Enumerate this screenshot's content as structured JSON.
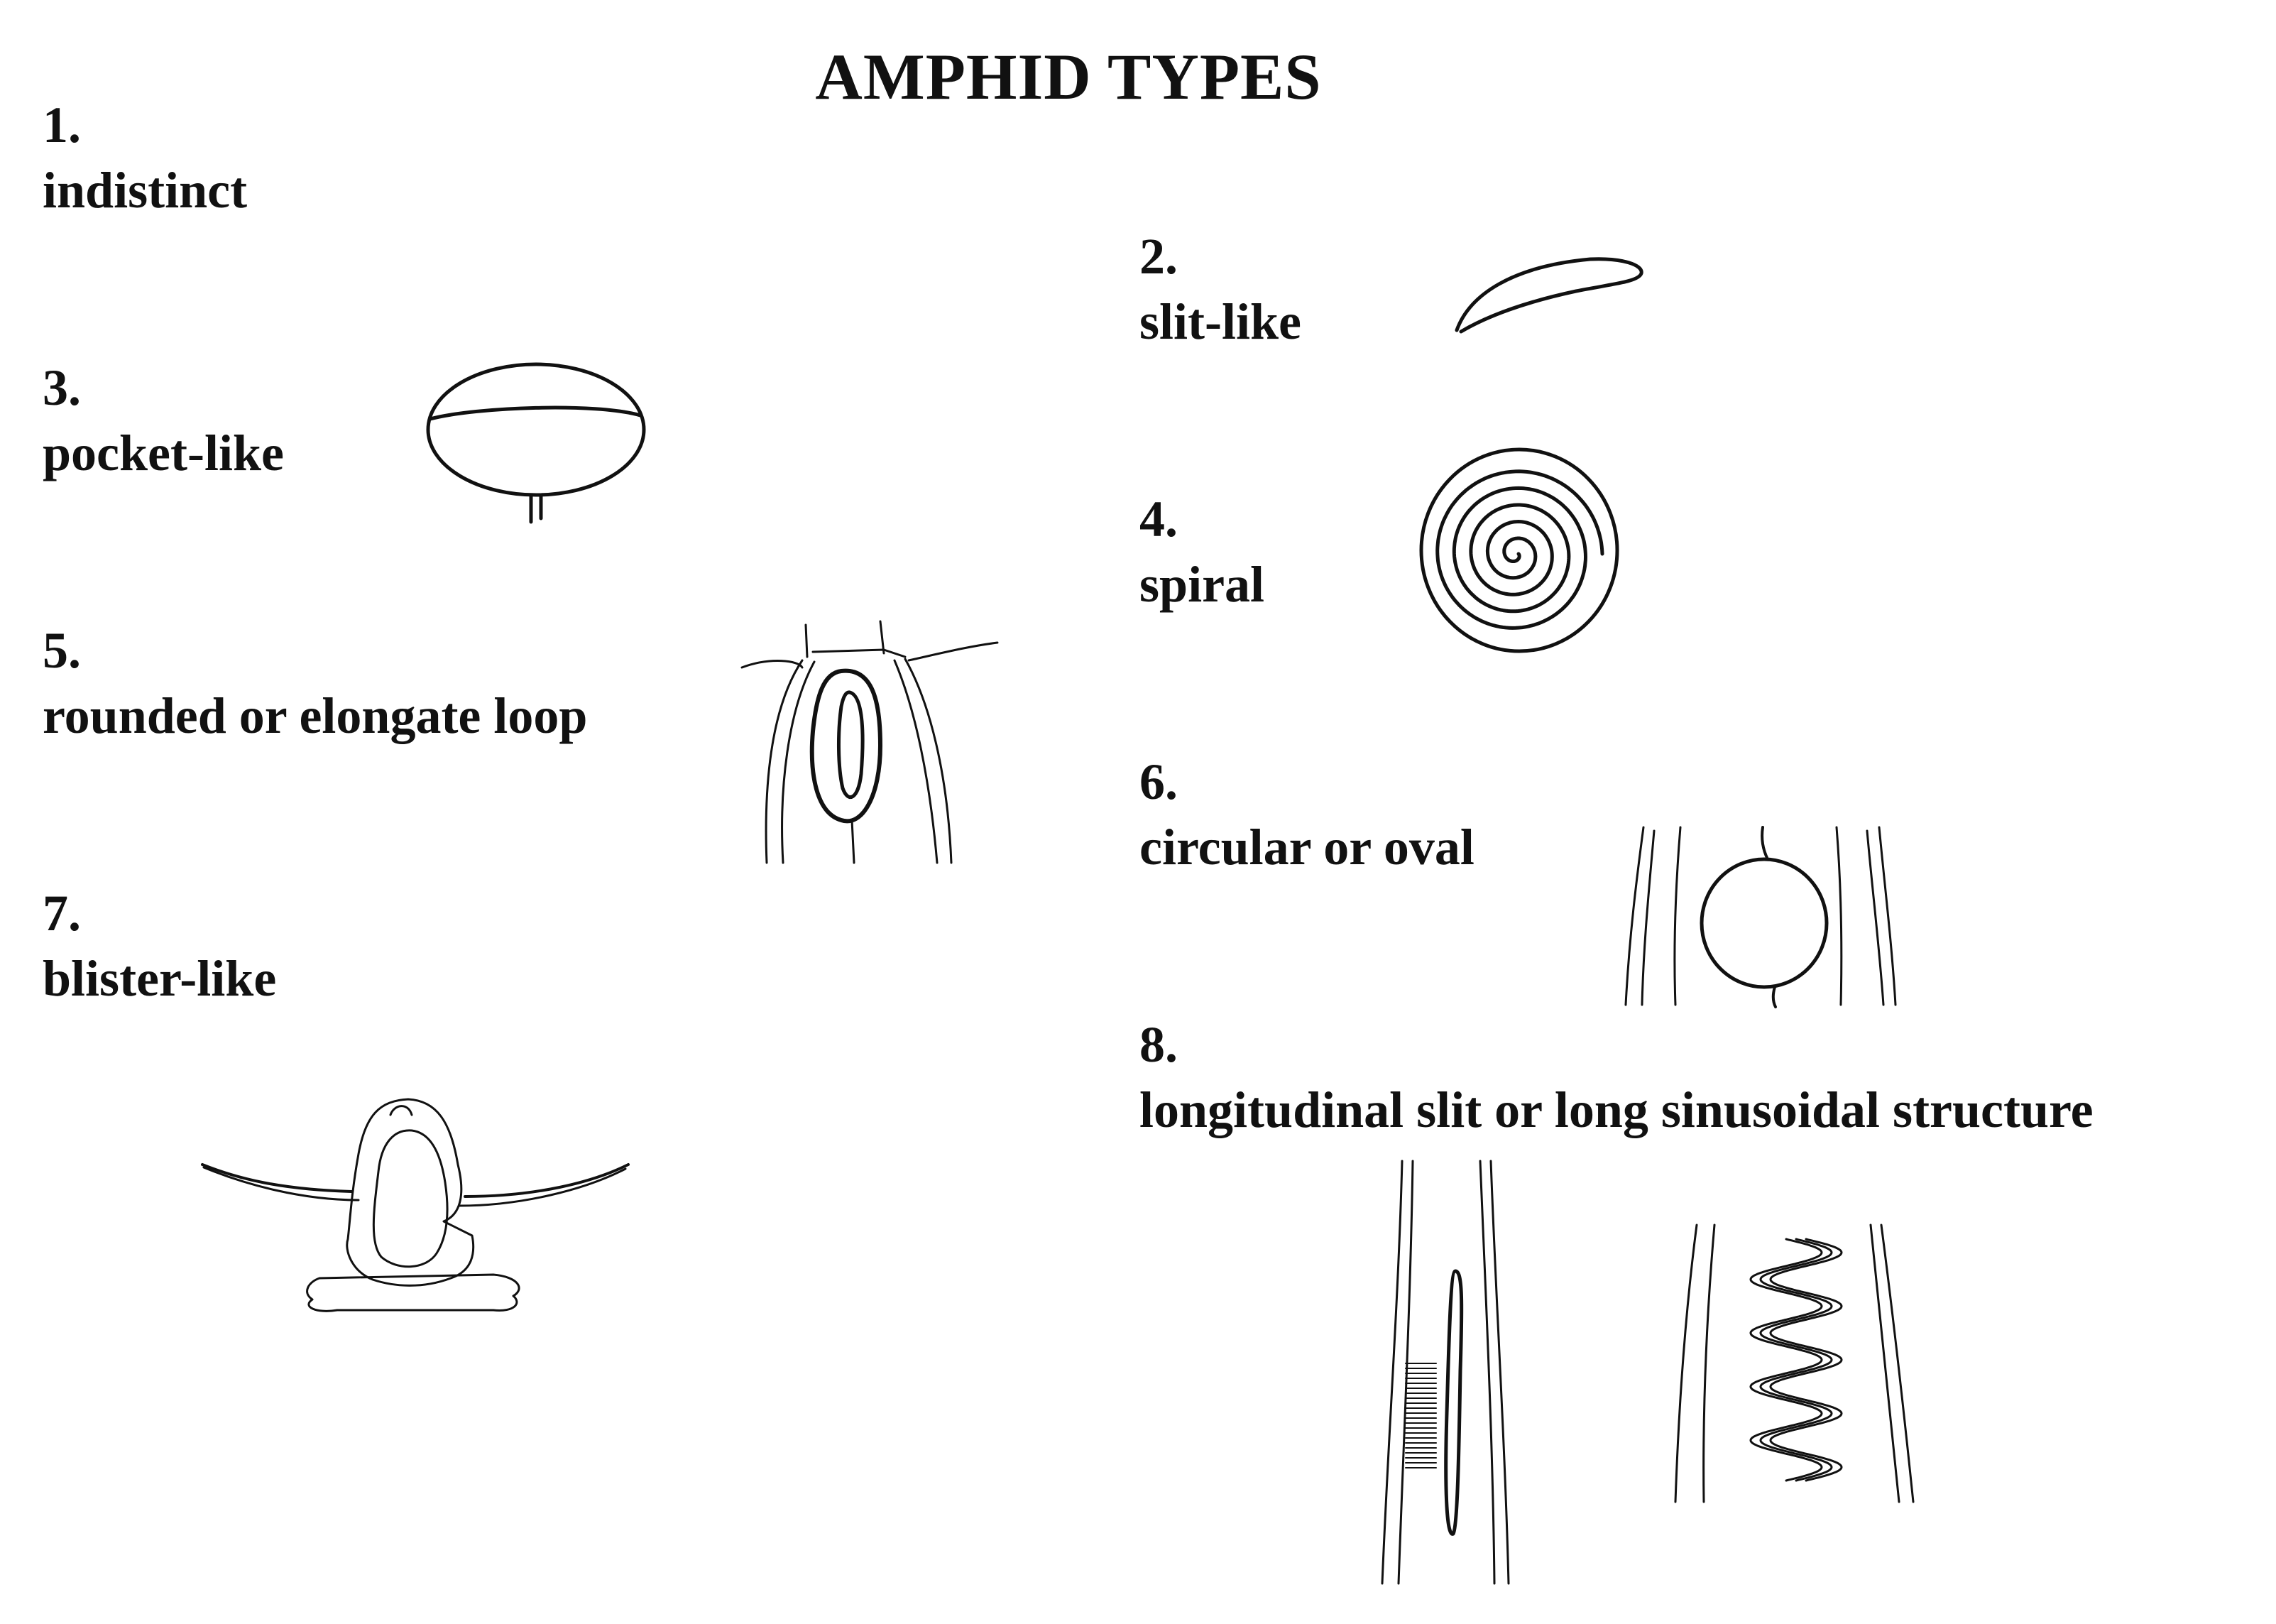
{
  "title": "AMPHID TYPES",
  "items": [
    {
      "number": "1.",
      "label": "indistinct"
    },
    {
      "number": "2.",
      "label": "slit-like"
    },
    {
      "number": "3.",
      "label": "pocket-like"
    },
    {
      "number": "4.",
      "label": "spiral"
    },
    {
      "number": "5.",
      "label": "rounded or elongate loop"
    },
    {
      "number": "6.",
      "label": "circular or oval"
    },
    {
      "number": "7.",
      "label": "blister-like"
    },
    {
      "number": "8.",
      "label": "longitudinal slit or long sinusoidal structure"
    }
  ],
  "colors": {
    "ink": "#111111",
    "background": "#ffffff"
  }
}
